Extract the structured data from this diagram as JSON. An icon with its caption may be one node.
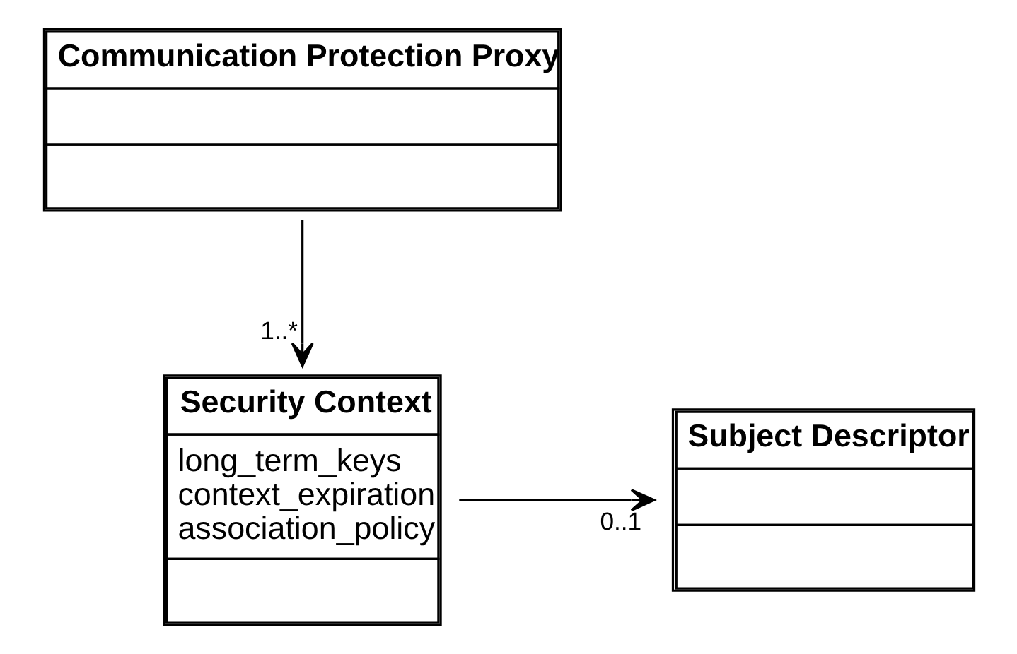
{
  "diagram": {
    "nodes": [
      {
        "text": [
          "Communication Protection Proxy"
        ]
      },
      {
        "text": [
          "Security Context",
          "long_term_keys",
          "context_expiration",
          "association_policy"
        ]
      },
      {
        "text": [
          "Subject Descriptor"
        ]
      }
    ],
    "edges": [
      {
        "from": 0,
        "to": 1,
        "arrow": "to",
        "label": "1..*"
      },
      {
        "from": 1,
        "to": 2,
        "arrow": "to",
        "label": "0..1"
      }
    ]
  }
}
